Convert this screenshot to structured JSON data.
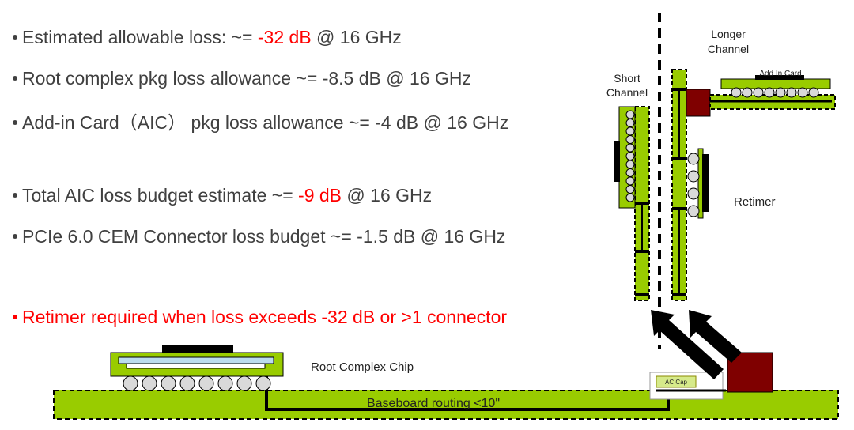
{
  "bullets": [
    {
      "pre": "Estimated allowable loss: ~= ",
      "highlight": "-32 dB",
      "post": " @ 16 GHz",
      "emphasis": "none"
    },
    {
      "pre": "Root complex pkg loss allowance ~= -8.5 dB @ 16 GHz",
      "highlight": "",
      "post": "",
      "emphasis": "none"
    },
    {
      "pre": "Add-in Card（AIC） pkg loss allowance ~= -4 dB @ 16 GHz",
      "highlight": "",
      "post": "",
      "emphasis": "none"
    },
    {
      "pre": "Total AIC loss budget estimate ~= ",
      "highlight": "-9 dB",
      "post": " @ 16 GHz",
      "emphasis": "none"
    },
    {
      "pre": "PCIe 6.0 CEM Connector loss budget ~= -1.5 dB @ 16 GHz",
      "highlight": "",
      "post": "",
      "emphasis": "none"
    },
    {
      "pre": "Retimer required when loss exceeds -32 dB or >1 connector",
      "highlight": "",
      "post": "",
      "emphasis": "red"
    }
  ],
  "diagram": {
    "labels": {
      "longer_channel_1": "Longer",
      "longer_channel_2": "Channel",
      "short_channel_1": "Short",
      "short_channel_2": "Channel",
      "add_in_card": "Add In Card",
      "retimer": "Retimer",
      "root_complex_chip": "Root Complex Chip",
      "baseboard_routing": "Baseboard routing <10\"",
      "ac_cap": "AC Cap"
    },
    "colors": {
      "board_green": "#99cc00",
      "highlight_red": "#ff0000",
      "retimer_red": "#7f0000",
      "trace_black": "#000000",
      "ball_gray": "#d9d9d9"
    }
  }
}
